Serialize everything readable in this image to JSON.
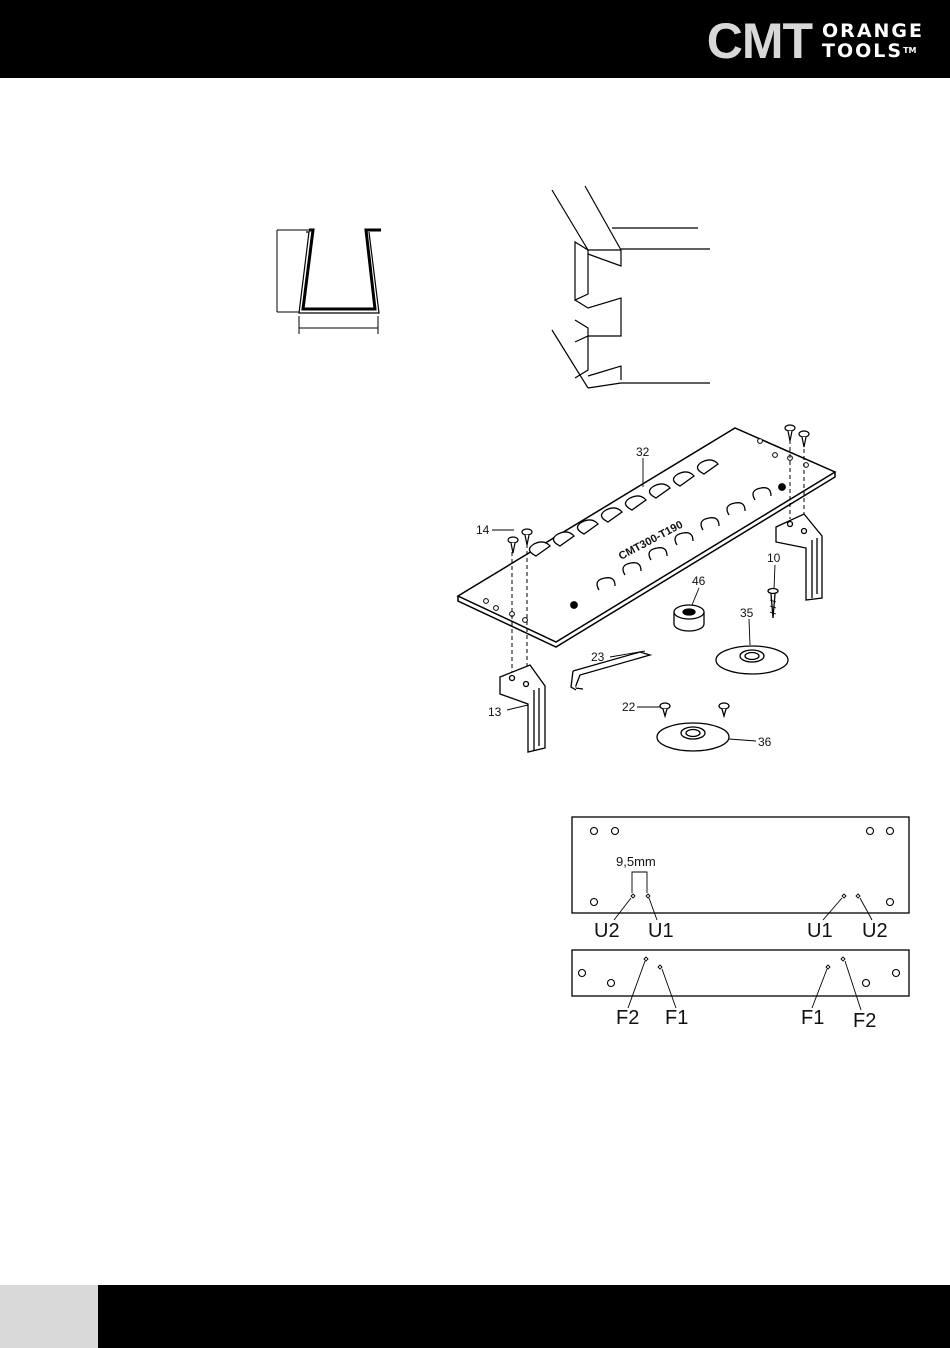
{
  "header": {
    "logo": {
      "brand": "CMT",
      "line1": "ORANGE",
      "line2": "TOOLS",
      "trademark": "TM"
    }
  },
  "exploded_view": {
    "template_marking": "CMT300-T190",
    "part_labels": {
      "template": "32",
      "screw_top": "14",
      "hex_key": "23",
      "bracket": "13",
      "bushing": "46",
      "bolt": "10",
      "guide_plate_a": "35",
      "small_screw": "22",
      "guide_plate_b": "36"
    }
  },
  "hole_diagram": {
    "spacing_label": "9,5mm",
    "upper_labels": {
      "left_outer": "U2",
      "left_inner": "U1",
      "right_inner": "U1",
      "right_outer": "U2"
    },
    "lower_labels": {
      "left_outer": "F2",
      "left_inner": "F1",
      "right_inner": "F1",
      "right_outer": "F2"
    }
  },
  "colors": {
    "header_bg": "#000000",
    "logo_gray": "#d8d8d8",
    "footer_tab": "#d9d9d9"
  }
}
